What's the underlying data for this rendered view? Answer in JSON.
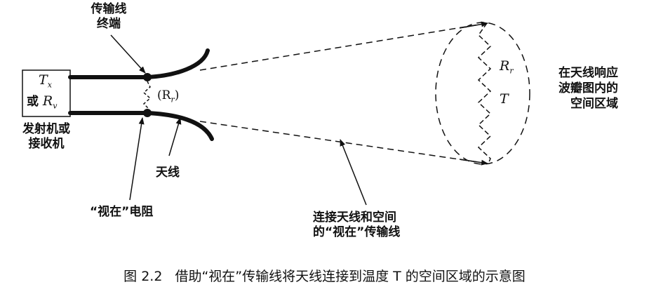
{
  "box": {
    "line1": "T",
    "line1_sub": "x",
    "line2_prefix": "或 ",
    "line2": "R",
    "line2_sub": "v"
  },
  "labels": {
    "transmitter_receiver": [
      "发射机或",
      "接收机"
    ],
    "line_termination": [
      "传输线",
      "终端"
    ],
    "virtual_resistor": "“视在”电阻",
    "antenna": "天线",
    "connecting_line": [
      "连接天线和空间",
      "的“视在”传输线"
    ],
    "space_region": [
      "在天线响应",
      "波瓣图内的",
      "空间区域"
    ],
    "rr_paren": "(R",
    "rr_paren_sub": "r",
    "rr_paren_close": ")",
    "rr": "R",
    "rr_sub": "r",
    "temperature": "T"
  },
  "caption": {
    "number": "图 2.2",
    "text": "借助“视在”传输线将天线连接到温度 T 的空间区域的示意图"
  }
}
